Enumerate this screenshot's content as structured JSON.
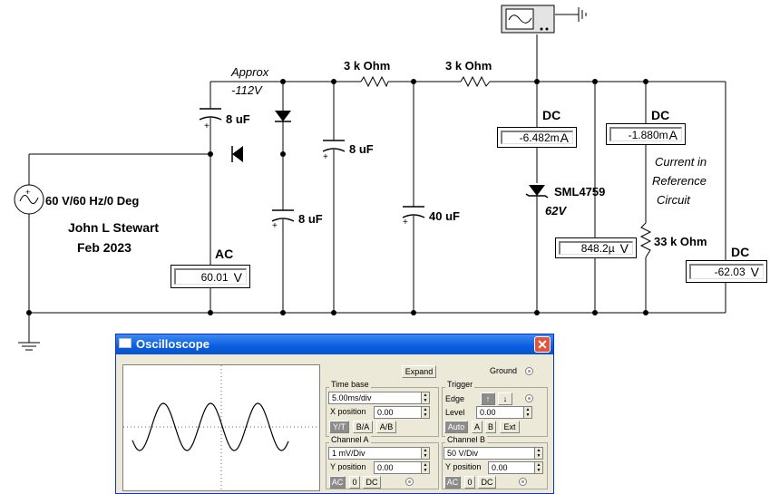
{
  "window": {
    "title": "Oscilloscope",
    "close_glyph": "✕"
  },
  "circuit": {
    "approx_label": "Approx",
    "approx_value": "-112V",
    "source_label": "60 V/60 Hz/0 Deg",
    "author": "John L Stewart",
    "date": "Feb 2023",
    "resistor_1": "3 k Ohm",
    "resistor_2": "3 k Ohm",
    "resistor_3": "33 k Ohm",
    "cap_top": "8 uF",
    "cap_bottom": "8 uF",
    "cap_mid": "8 uF",
    "cap_large": "40 uF",
    "zener_part": "SML4759",
    "zener_voltage": "62V",
    "reference_note": [
      "Current in",
      "Reference",
      "Circuit"
    ],
    "polarity": "+"
  },
  "meters": {
    "ac_voltage": {
      "mode": "AC",
      "value": "60.01",
      "unit": "V"
    },
    "dc_current_1": {
      "mode": "DC",
      "value": "-6.482m",
      "unit": "A"
    },
    "dc_current_2": {
      "mode": "DC",
      "value": "-1.880m",
      "unit": "A"
    },
    "zener_voltage": {
      "value": "848.2µ",
      "unit": "V"
    },
    "dc_voltage": {
      "mode": "DC",
      "value": "-62.03",
      "unit": "V"
    }
  },
  "oscilloscope": {
    "expand_label": "Expand",
    "ground_label": "Ground",
    "timebase": {
      "label": "Time base",
      "value": "5.00ms/div",
      "xpos_label": "X position",
      "xpos_value": "0.00",
      "modes": [
        "Y/T",
        "B/A",
        "A/B"
      ]
    },
    "trigger": {
      "label": "Trigger",
      "edge_label": "Edge",
      "level_label": "Level",
      "level_value": "0.00",
      "auto_label": "Auto",
      "sources": [
        "A",
        "B",
        "Ext"
      ]
    },
    "channel_a": {
      "label": "Channel A",
      "scale": "1 mV/Div",
      "ypos_label": "Y position",
      "ypos_value": "0.00",
      "coupling": [
        "AC",
        "0",
        "DC"
      ]
    },
    "channel_b": {
      "label": "Channel B",
      "scale": "50 V/Div",
      "ypos_label": "Y position",
      "ypos_value": "0.00",
      "coupling": [
        "AC",
        "0",
        "DC"
      ]
    },
    "trace": {
      "cycles_shown": 3.3,
      "amplitude_divisions": 1.0
    }
  }
}
